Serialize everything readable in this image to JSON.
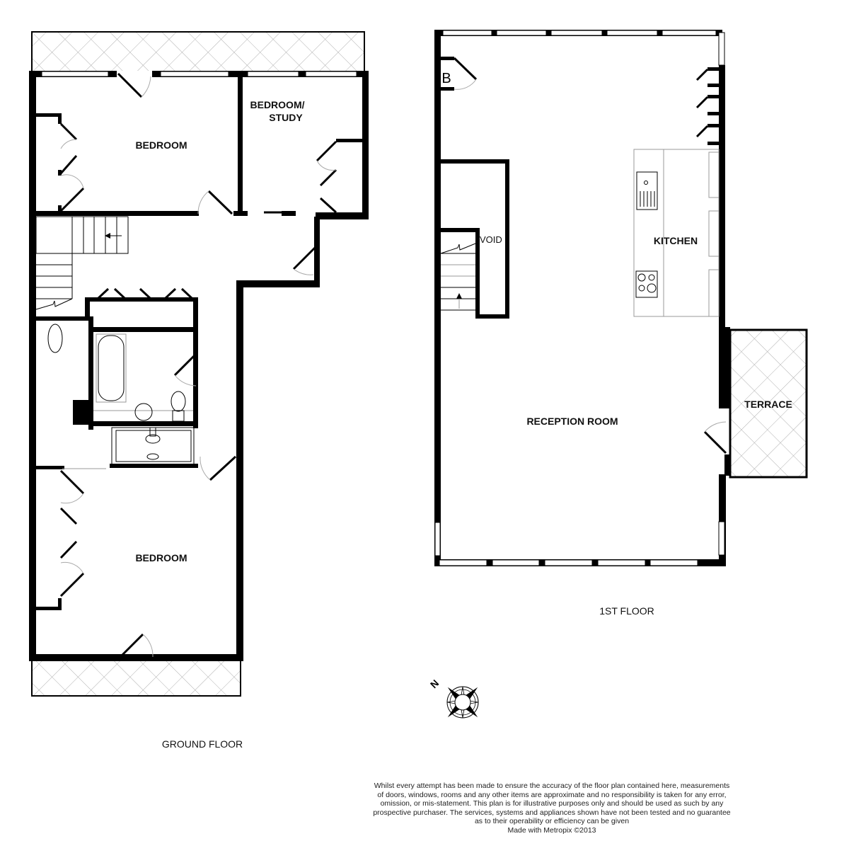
{
  "ground_floor": {
    "title": "GROUND FLOOR",
    "rooms": {
      "bedroom_top": "BEDROOM",
      "bedroom_study_line1": "BEDROOM/",
      "bedroom_study_line2": "STUDY",
      "bedroom_bottom": "BEDROOM"
    },
    "features": [
      "terrace-top",
      "terrace-bottom",
      "staircase",
      "bathroom",
      "wc",
      "wardrobes"
    ]
  },
  "first_floor": {
    "title": "1ST FLOOR",
    "rooms": {
      "reception": "RECEPTION ROOM",
      "kitchen": "KITCHEN",
      "terrace": "TERRACE",
      "void": "VOID",
      "boiler": "B"
    }
  },
  "compass": {
    "north_label": "N"
  },
  "disclaimer": {
    "lines": [
      "Whilst every attempt has been made to ensure the accuracy of the floor plan contained here, measurements",
      "of doors, windows, rooms and any other items are approximate and no responsibility is taken for any error,",
      "omission, or mis-statement. This plan is for illustrative purposes only and should be used as such by any",
      "prospective purchaser. The services, systems and appliances shown have not been tested and no guarantee",
      "as to their operability or efficiency can be given"
    ],
    "credit": "Made with Metropix ©2013"
  },
  "colors": {
    "wall": "#000000",
    "hatch": "#b0b0b0",
    "background": "#ffffff"
  }
}
